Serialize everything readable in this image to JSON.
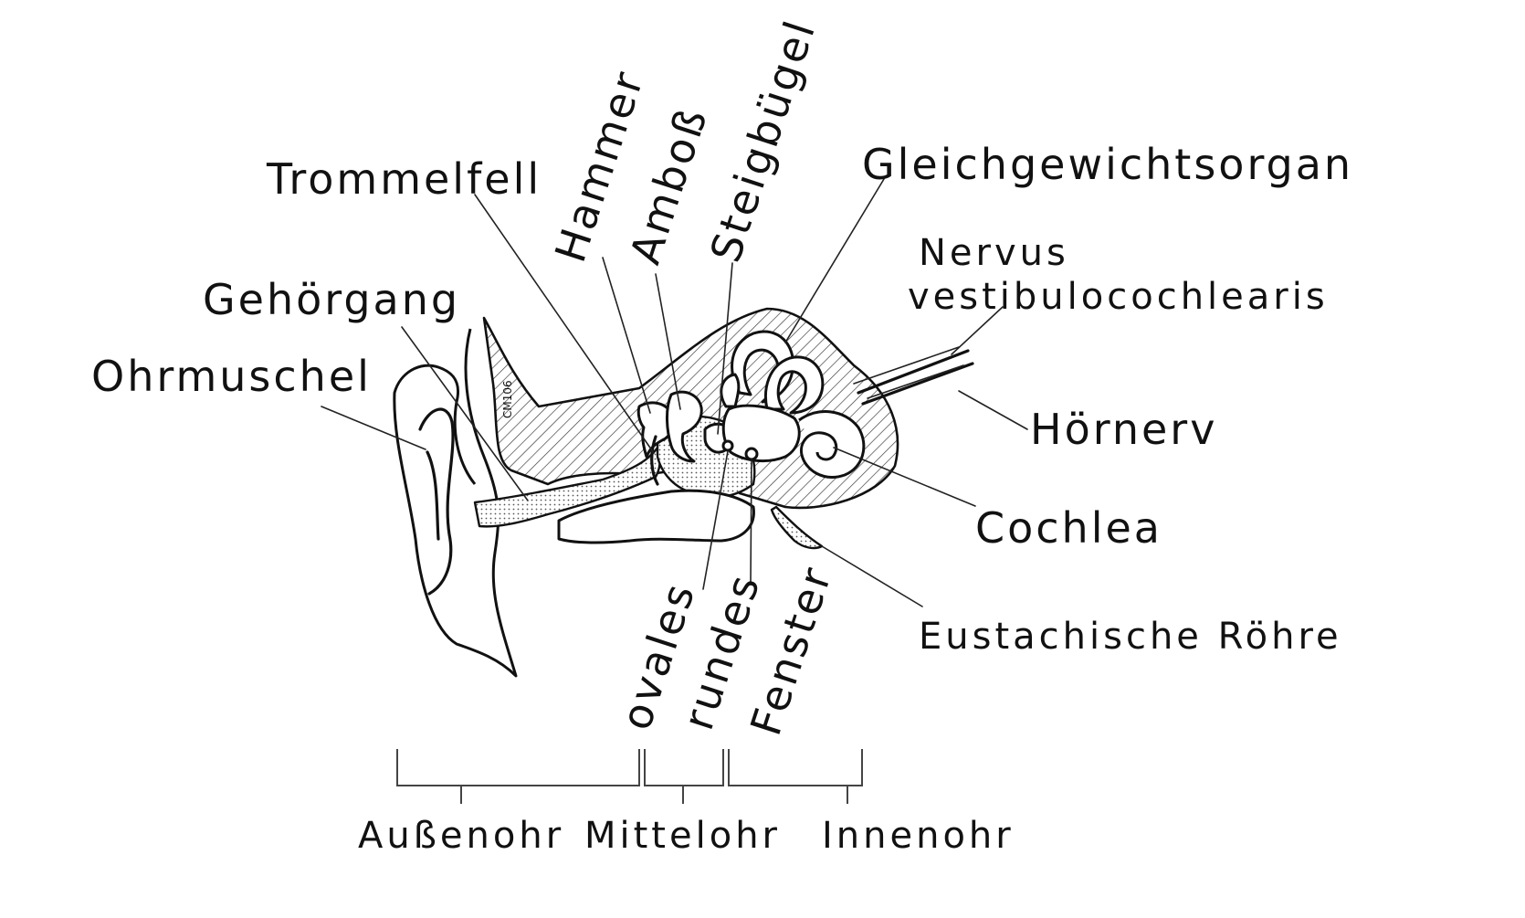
{
  "labels": {
    "trommelfell": "Trommelfell",
    "hammer": "Hammer",
    "amboss": "Amboß",
    "steigbuegel": "Steigbügel",
    "gleichgewichtsorgan": "Gleichgewichtsorgan",
    "nervus_line1": "Nervus",
    "nervus_line2": "vestibulocochlearis",
    "gehoergang": "Gehörgang",
    "ohrmuschel": "Ohrmuschel",
    "hoernerv": "Hörnerv",
    "cochlea": "Cochlea",
    "eustachische_roehre": "Eustachische Röhre",
    "ovales": "ovales",
    "rundes": "rundes",
    "fenster": "Fenster"
  },
  "regions": {
    "aussenohr": "Außenohr",
    "mittelohr": "Mittelohr",
    "innenohr": "Innenohr"
  },
  "watermark": "CM106",
  "colors": {
    "ink": "#111111",
    "background": "#ffffff"
  }
}
